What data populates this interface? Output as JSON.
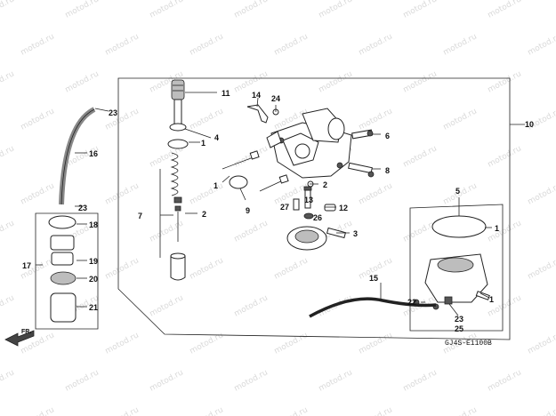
{
  "watermark": "motod.ru",
  "diagram_code": "GJ4S-E1100B",
  "direction_marker": "FR.",
  "callouts": {
    "c1a": "1",
    "c1b": "1",
    "c1c": "1",
    "c1d": "1",
    "c2a": "2",
    "c2b": "2",
    "c3": "3",
    "c4": "4",
    "c5": "5",
    "c6": "6",
    "c7": "7",
    "c8": "8",
    "c9": "9",
    "c10": "10",
    "c11": "11",
    "c12": "12",
    "c13": "13",
    "c14": "14",
    "c15": "15",
    "c16": "16",
    "c17": "17",
    "c18": "18",
    "c19": "19",
    "c20": "20",
    "c21": "21",
    "c22": "22",
    "c23a": "23",
    "c23b": "23",
    "c23c": "23",
    "c24": "24",
    "c25": "25",
    "c26": "26",
    "c27": "27"
  }
}
